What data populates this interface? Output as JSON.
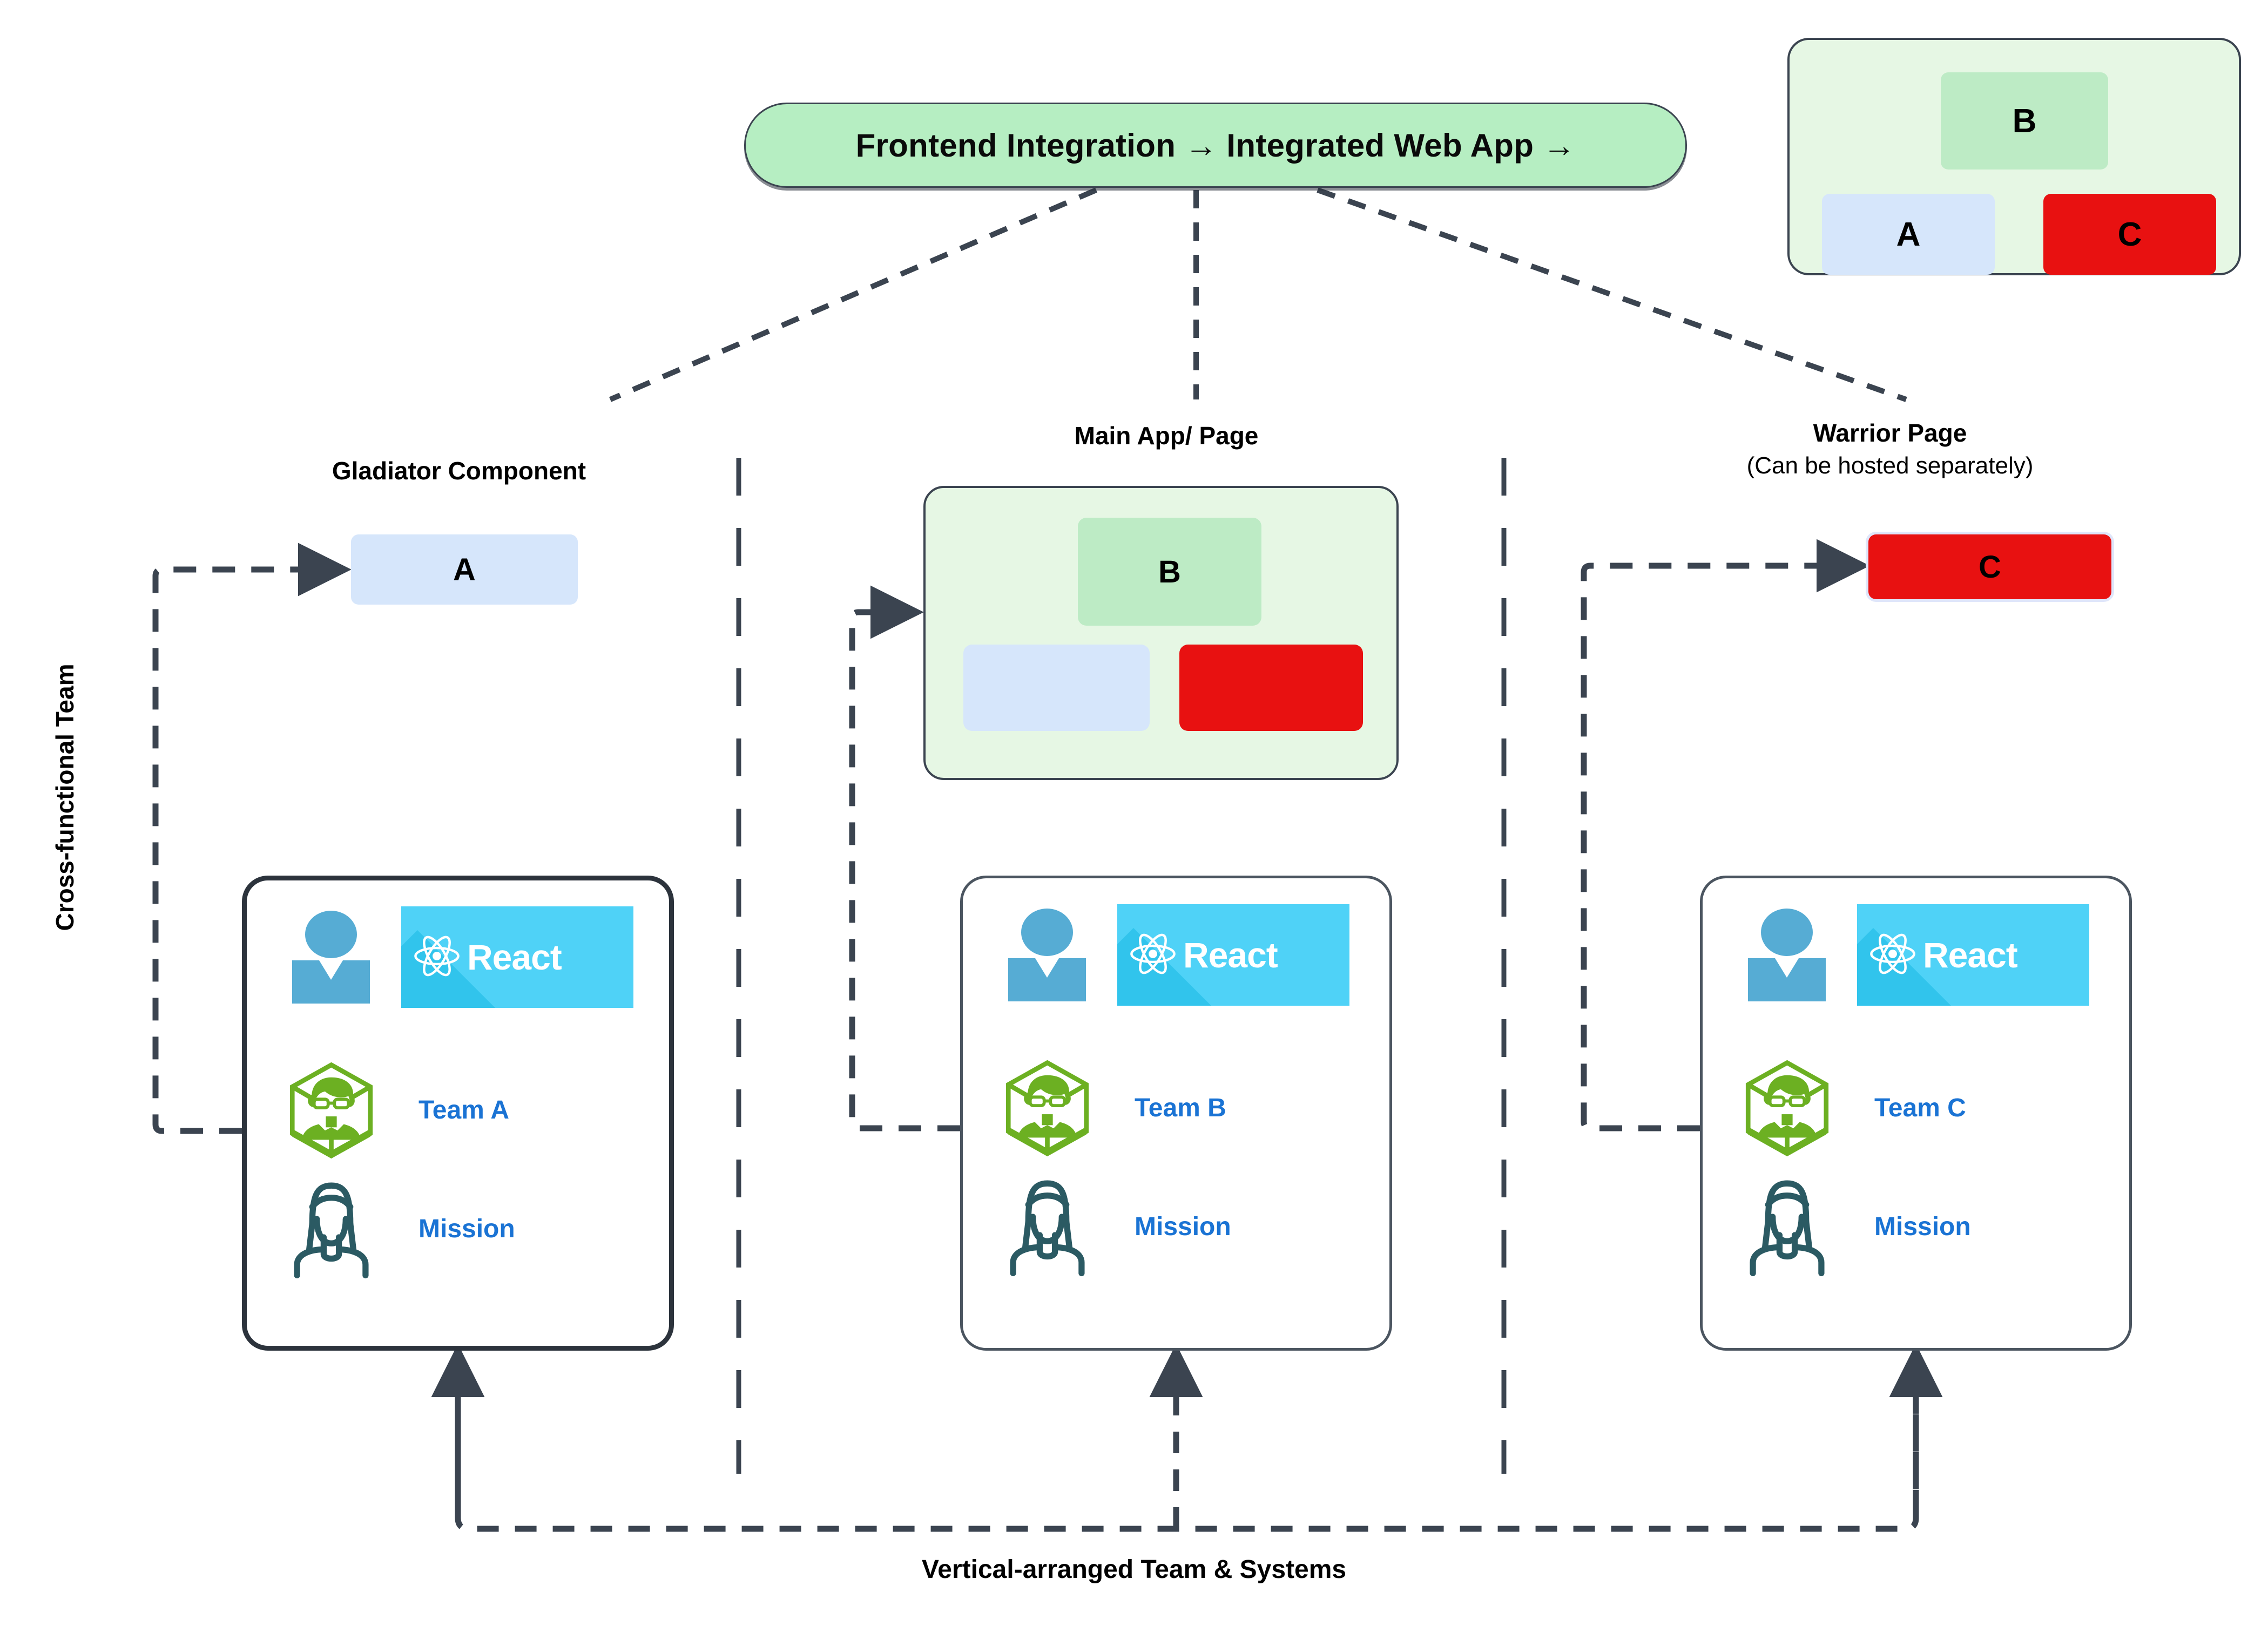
{
  "header": {
    "title": "Frontend Integration  →  Integrated Web App  →"
  },
  "legend": {
    "name": "integrated-web-app-preview",
    "blocks": [
      {
        "label": "B",
        "color": "#bdebc5",
        "role": "main-app-block"
      },
      {
        "label": "A",
        "color": "#d6e6fb",
        "role": "gladiator-component-block"
      },
      {
        "label": "C",
        "color": "#e81111",
        "role": "warrior-page-block"
      }
    ],
    "container_color": "#e6f7e4"
  },
  "columns": [
    {
      "id": "gladiator",
      "title": "Gladiator Component",
      "subtitle": "",
      "block": {
        "label": "A",
        "color": "#d6e6fb"
      }
    },
    {
      "id": "main-app",
      "title": "Main App/ Page",
      "subtitle": "",
      "container": {
        "color": "#e6f7e4",
        "blocks": [
          {
            "label": "B",
            "color": "#bdebc5"
          },
          {
            "label": "",
            "color": "#d6e6fb"
          },
          {
            "label": "",
            "color": "#e81111"
          }
        ]
      }
    },
    {
      "id": "warrior",
      "title": "Warrior Page",
      "subtitle": "(Can be hosted separately)",
      "block": {
        "label": "C",
        "color": "#e81111"
      }
    }
  ],
  "teams": [
    {
      "id": "a",
      "tech_label": "React",
      "team_label": "Team A",
      "mission_label": "Mission",
      "highlighted": true
    },
    {
      "id": "b",
      "tech_label": "React",
      "team_label": "Team B",
      "mission_label": "Mission",
      "highlighted": false
    },
    {
      "id": "c",
      "tech_label": "React",
      "team_label": "Team C",
      "mission_label": "Mission",
      "highlighted": false
    }
  ],
  "captions": {
    "left_axis": "Cross-functional Team",
    "bottom": "Vertical-arranged Team & Systems"
  },
  "colors": {
    "banner_green": "#b6eec2",
    "container_green": "#e6f7e4",
    "block_blue": "#d6e6fb",
    "block_red": "#e81111",
    "block_green": "#bdebc5",
    "label_blue": "#1a73d4",
    "react_cyan": "#4fd2f7",
    "avatar_blue": "#56acd4",
    "hex_green": "#6cb022",
    "mission_teal": "#2b5a63",
    "line_dark": "#3b4450"
  }
}
